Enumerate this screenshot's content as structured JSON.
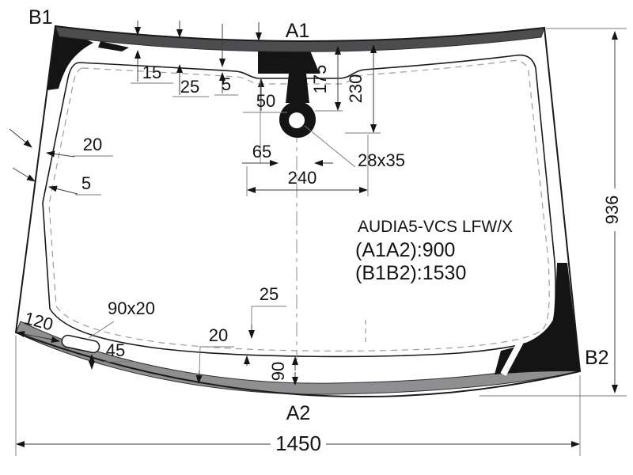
{
  "diagram": {
    "corner_points": {
      "b1": "B1",
      "a1": "A1",
      "b2": "B2",
      "a2": "A2"
    },
    "part_info": {
      "model": "AUDIA5-VCS LFW/X",
      "a1a2": "(A1A2):900",
      "b1b2": "(B1B2):1530"
    },
    "dims": {
      "top_molding_15": "15",
      "top_edge_25": "25",
      "top_gap_5": "5",
      "notch_50": "50",
      "sensor_depth_175": "175",
      "sensor_depth_230": "230",
      "sensor_offset_65": "65",
      "sensor_width_240": "240",
      "sensor_hole_28x35": "28x35",
      "left_edge_20": "20",
      "left_gap_5": "5",
      "slot_offset_120": "120",
      "slot_size_90x20": "90x20",
      "slot_height_45": "45",
      "bottom_20": "20",
      "bottom_25": "25",
      "bottom_90": "90",
      "total_width_1450": "1450",
      "total_height_936": "936"
    },
    "colors": {
      "top_molding": "#4d4d50",
      "bottom_molding": "#8f8f91",
      "frit_black": "#141414",
      "outline": "#1a1a1a"
    }
  }
}
